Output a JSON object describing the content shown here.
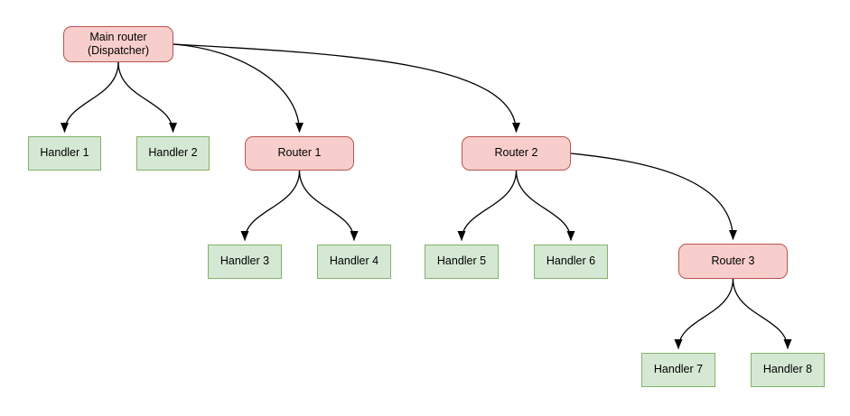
{
  "diagram": {
    "type": "tree-flowchart",
    "background": "#ffffff",
    "colors": {
      "router_fill": "#f8cecc",
      "router_border": "#b85450",
      "handler_fill": "#d5e8d4",
      "handler_border": "#82b366",
      "edge_stroke": "#000000",
      "text": "#000000"
    },
    "nodes": [
      {
        "id": "main-router",
        "label": "Main router (Dispatcher)",
        "type": "router"
      },
      {
        "id": "handler-1",
        "label": "Handler 1",
        "type": "handler"
      },
      {
        "id": "handler-2",
        "label": "Handler 2",
        "type": "handler"
      },
      {
        "id": "router-1",
        "label": "Router 1",
        "type": "router"
      },
      {
        "id": "router-2",
        "label": "Router 2",
        "type": "router"
      },
      {
        "id": "handler-3",
        "label": "Handler 3",
        "type": "handler"
      },
      {
        "id": "handler-4",
        "label": "Handler 4",
        "type": "handler"
      },
      {
        "id": "handler-5",
        "label": "Handler 5",
        "type": "handler"
      },
      {
        "id": "handler-6",
        "label": "Handler 6",
        "type": "handler"
      },
      {
        "id": "router-3",
        "label": "Router 3",
        "type": "router"
      },
      {
        "id": "handler-7",
        "label": "Handler 7",
        "type": "handler"
      },
      {
        "id": "handler-8",
        "label": "Handler 8",
        "type": "handler"
      }
    ],
    "edges": [
      {
        "from": "main-router",
        "to": "handler-1"
      },
      {
        "from": "main-router",
        "to": "handler-2"
      },
      {
        "from": "main-router",
        "to": "router-1"
      },
      {
        "from": "main-router",
        "to": "router-2"
      },
      {
        "from": "router-1",
        "to": "handler-3"
      },
      {
        "from": "router-1",
        "to": "handler-4"
      },
      {
        "from": "router-2",
        "to": "handler-5"
      },
      {
        "from": "router-2",
        "to": "handler-6"
      },
      {
        "from": "router-2",
        "to": "router-3"
      },
      {
        "from": "router-3",
        "to": "handler-7"
      },
      {
        "from": "router-3",
        "to": "handler-8"
      }
    ]
  }
}
